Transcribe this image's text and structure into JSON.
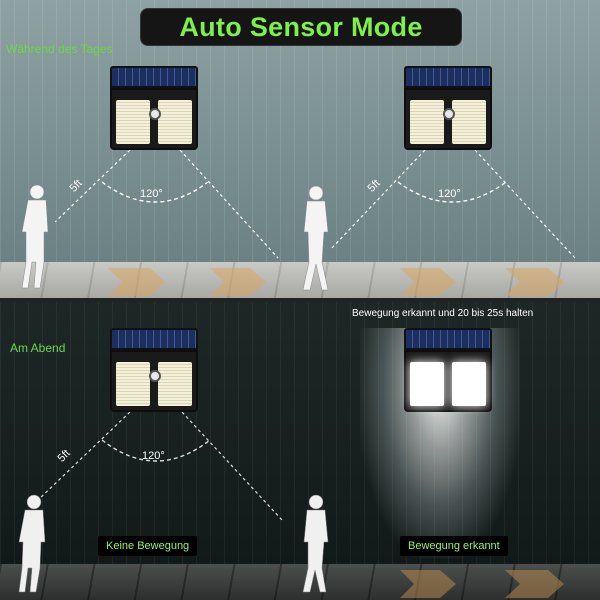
{
  "title": "Auto Sensor Mode",
  "day": {
    "label": "Während des Tages",
    "angle_left": "120°",
    "angle_right": "120°",
    "distance_left": "5ft",
    "distance_right": "5ft"
  },
  "night": {
    "label": "Am Abend",
    "angle": "120°",
    "distance": "5ft",
    "detected_caption": "Bewegung erkannt und 20 bis 25s halten",
    "status_no_motion": "Keine Bewegung",
    "status_motion": "Bewegung erkannt"
  },
  "colors": {
    "title_green": "#7df04a",
    "label_green": "#6bd84a"
  }
}
